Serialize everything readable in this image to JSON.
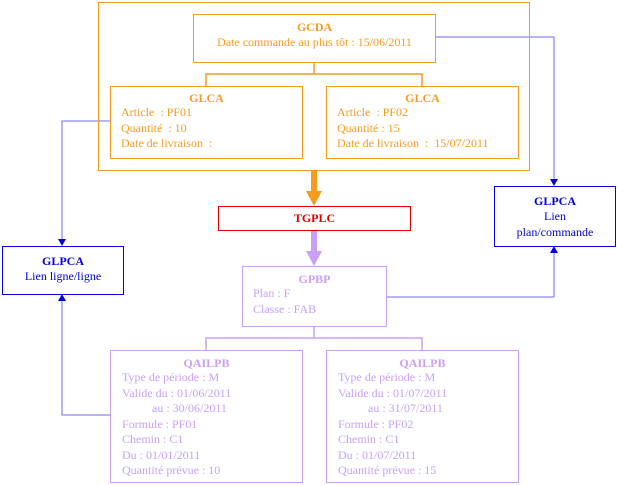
{
  "colors": {
    "gcda_group": "#f39c1f",
    "gpbp_group": "#c9a0f4",
    "link": "#0000e0",
    "link_line": "#6b6bf0",
    "process": "#e00000"
  },
  "gcda": {
    "title": "GCDA",
    "lines": [
      "Date commande au plus tôt : 15/06/2011"
    ]
  },
  "glca_left": {
    "title": "GLCA",
    "lines": [
      "Article  : PF01",
      "Quantité  : 10",
      "Date de livraison  :"
    ]
  },
  "glca_right": {
    "title": "GLCA",
    "lines": [
      "Article  : PF02",
      "Quantité : 15",
      "Date de livraison  :  15/07/2011"
    ]
  },
  "tgplc": {
    "title": "TGPLC"
  },
  "gpbp": {
    "title": "GPBP",
    "lines": [
      "Plan : F",
      "Classe : FAB"
    ]
  },
  "qailpb_left": {
    "title": "QAILPB",
    "lines": [
      "Type de période : M",
      "Valide du : 01/06/2011",
      "          au : 30/06/2011",
      "Formule : PF01",
      "Chemin : C1",
      "Du : 01/01/2011",
      "Quantité prévue : 10"
    ]
  },
  "qailpb_right": {
    "title": "QAILPB",
    "lines": [
      "Type de période : M",
      "Valide du : 01/07/2011",
      "          au : 31/07/2011",
      "Formule : PF02",
      "Chemin : C1",
      "Du : 01/07/2011",
      "Quantité prévue : 15"
    ]
  },
  "glpca_left": {
    "title": "GLPCA",
    "lines": [
      "Lien ligne/ligne"
    ]
  },
  "glpca_right": {
    "title": "GLPCA",
    "lines": [
      "Lien",
      "plan/commande"
    ]
  }
}
